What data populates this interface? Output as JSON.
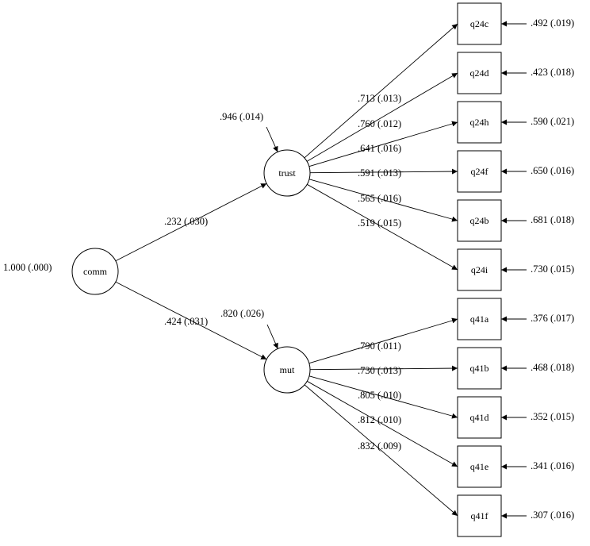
{
  "latent": [
    {
      "id": "comm",
      "label": "comm",
      "variance": "1.000 (.000)"
    },
    {
      "id": "trust",
      "label": "trust",
      "variance": ".946 (.014)"
    },
    {
      "id": "mut",
      "label": "mut",
      "variance": ".820 (.026)"
    }
  ],
  "paths": [
    {
      "from": "comm",
      "to": "trust",
      "label": ".232 (.030)"
    },
    {
      "from": "comm",
      "to": "mut",
      "label": ".424 (.031)"
    }
  ],
  "indicators": [
    {
      "id": "q24c",
      "label": "q24c",
      "factor": "trust",
      "loading": ".713 (.013)",
      "error": ".492 (.019)"
    },
    {
      "id": "q24d",
      "label": "q24d",
      "factor": "trust",
      "loading": ".760 (.012)",
      "error": ".423 (.018)"
    },
    {
      "id": "q24h",
      "label": "q24h",
      "factor": "trust",
      "loading": ".641 (.016)",
      "error": ".590 (.021)"
    },
    {
      "id": "q24f",
      "label": "q24f",
      "factor": "trust",
      "loading": ".591 (.013)",
      "error": ".650 (.016)"
    },
    {
      "id": "q24b",
      "label": "q24b",
      "factor": "trust",
      "loading": ".565 (.016)",
      "error": ".681 (.018)"
    },
    {
      "id": "q24i",
      "label": "q24i",
      "factor": "trust",
      "loading": ".519 (.015)",
      "error": ".730 (.015)"
    },
    {
      "id": "q41a",
      "label": "q41a",
      "factor": "mut",
      "loading": ".790 (.011)",
      "error": ".376 (.017)"
    },
    {
      "id": "q41b",
      "label": "q41b",
      "factor": "mut",
      "loading": ".730 (.013)",
      "error": ".468 (.018)"
    },
    {
      "id": "q41d",
      "label": "q41d",
      "factor": "mut",
      "loading": ".805 (.010)",
      "error": ".352 (.015)"
    },
    {
      "id": "q41e",
      "label": "q41e",
      "factor": "mut",
      "loading": ".812 (.010)",
      "error": ".341 (.016)"
    },
    {
      "id": "q41f",
      "label": "q41f",
      "factor": "mut",
      "loading": ".832 (.009)",
      "error": ".307 (.016)"
    }
  ]
}
